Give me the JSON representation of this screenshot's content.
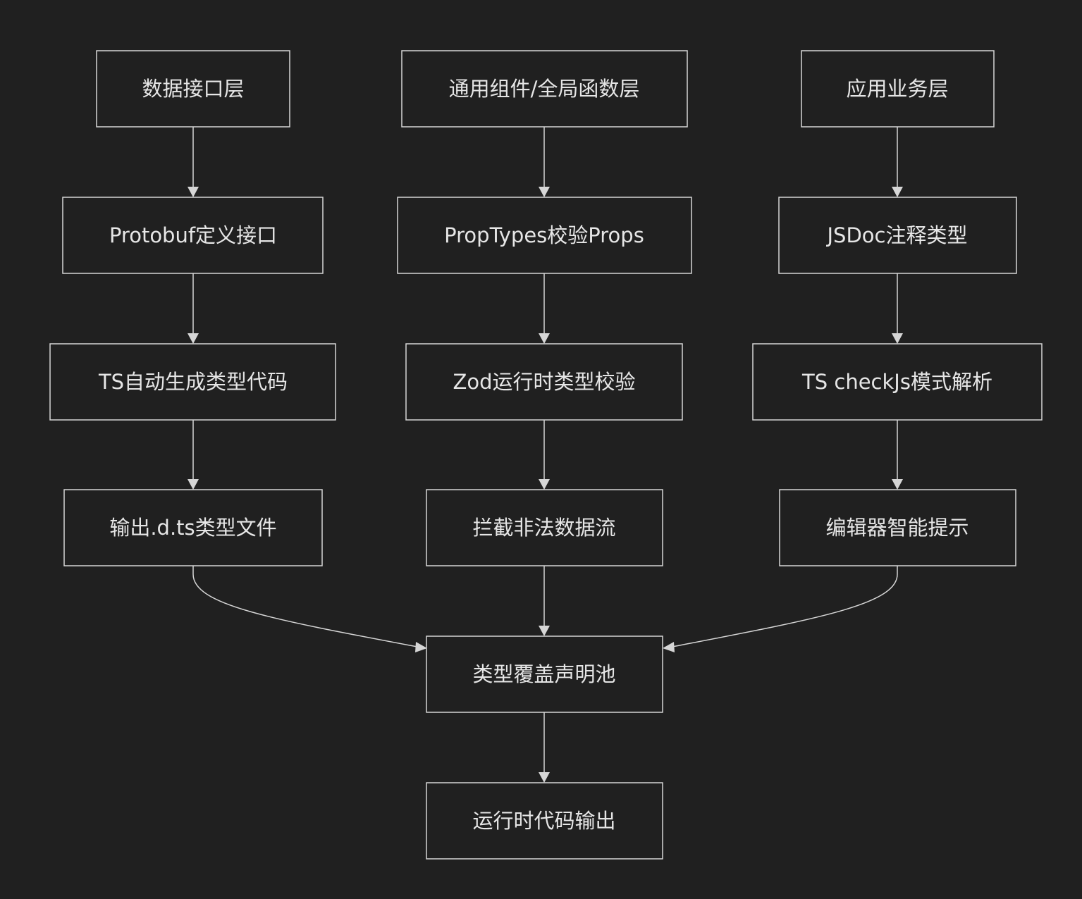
{
  "diagram": {
    "type": "flowchart",
    "direction": "top-down",
    "colors": {
      "background": "#202020",
      "stroke": "#d6d6d6",
      "text": "#e6e6e6"
    },
    "nodes": {
      "data_layer": "数据接口层",
      "common_layer": "通用组件/全局函数层",
      "app_layer": "应用业务层",
      "protobuf": "Protobuf定义接口",
      "proptypes": "PropTypes校验Props",
      "jsdoc": "JSDoc注释类型",
      "ts_gen": "TS自动生成类型代码",
      "zod": "Zod运行时类型校验",
      "checkjs": "TS checkJs模式解析",
      "dts": "输出.d.ts类型文件",
      "intercept": "拦截非法数据流",
      "intellisense": "编辑器智能提示",
      "coverage": "类型覆盖声明池",
      "runtime": "运行时代码输出"
    },
    "edges": [
      {
        "from": "data_layer",
        "to": "protobuf"
      },
      {
        "from": "protobuf",
        "to": "ts_gen"
      },
      {
        "from": "ts_gen",
        "to": "dts"
      },
      {
        "from": "common_layer",
        "to": "proptypes"
      },
      {
        "from": "proptypes",
        "to": "zod"
      },
      {
        "from": "zod",
        "to": "intercept"
      },
      {
        "from": "app_layer",
        "to": "jsdoc"
      },
      {
        "from": "jsdoc",
        "to": "checkjs"
      },
      {
        "from": "checkjs",
        "to": "intellisense"
      },
      {
        "from": "dts",
        "to": "coverage"
      },
      {
        "from": "intercept",
        "to": "coverage"
      },
      {
        "from": "intellisense",
        "to": "coverage"
      },
      {
        "from": "coverage",
        "to": "runtime"
      }
    ]
  }
}
